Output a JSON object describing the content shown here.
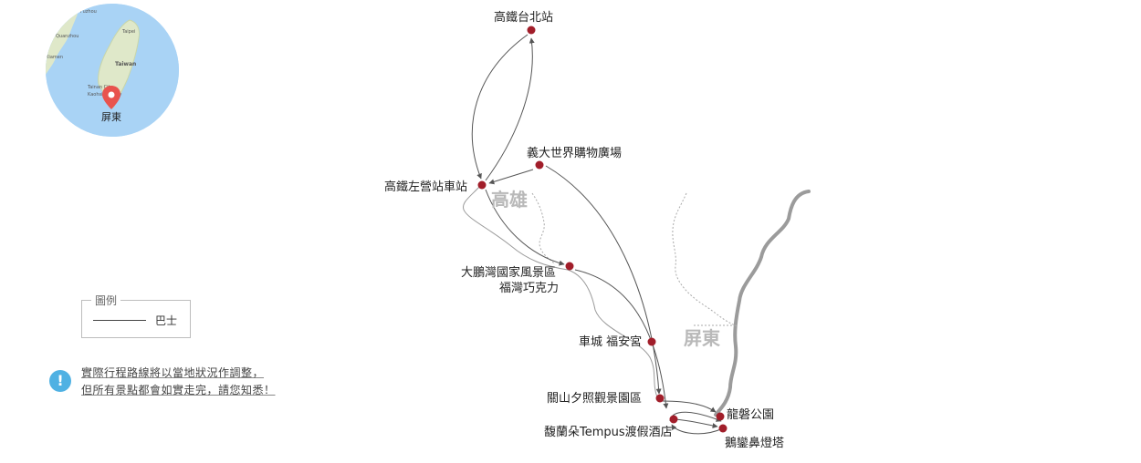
{
  "inset_map": {
    "city_labels": [
      "Fuzhou",
      "Taipei",
      "Quanzhou",
      "Xiamen",
      "Taiwan",
      "Tainan City",
      "Kaohsiung City"
    ],
    "marker_label": "屏東",
    "colors": {
      "sea": "#a9d3f5",
      "land": "#dfe8c9",
      "marker": "#e8534e"
    }
  },
  "region_labels": {
    "kaohsiung": "高雄",
    "pingtung": "屏東"
  },
  "legend": {
    "title": "圖例",
    "bus_label": "巴士"
  },
  "notice": {
    "icon": "exclamation-icon",
    "line1": "實際行程路線將以當地狀況作調整，",
    "line2": "但所有景點都會如實走完，請您知悉！"
  },
  "stops": [
    {
      "id": "taipei-hsr",
      "label": "高鐵台北站"
    },
    {
      "id": "eda",
      "label": "義大世界購物廣場"
    },
    {
      "id": "zuoying-hsr",
      "label": "高鐵左營站車站"
    },
    {
      "id": "dapeng",
      "label": "大鵬灣國家風景區"
    },
    {
      "id": "chocolate",
      "label": "福灣巧克力"
    },
    {
      "id": "checheng",
      "label": "車城 福安宮"
    },
    {
      "id": "guanshan",
      "label": "關山夕照觀景園區"
    },
    {
      "id": "longpan",
      "label": "龍磐公園"
    },
    {
      "id": "tempus",
      "label": "馥蘭朵Tempus渡假酒店"
    },
    {
      "id": "eluanbi",
      "label": "鵝鑾鼻燈塔"
    }
  ],
  "colors": {
    "stop": "#a11e2a",
    "route": "#555555",
    "boundary": "#aaaaaa",
    "region_label": "#b9b9b9"
  }
}
